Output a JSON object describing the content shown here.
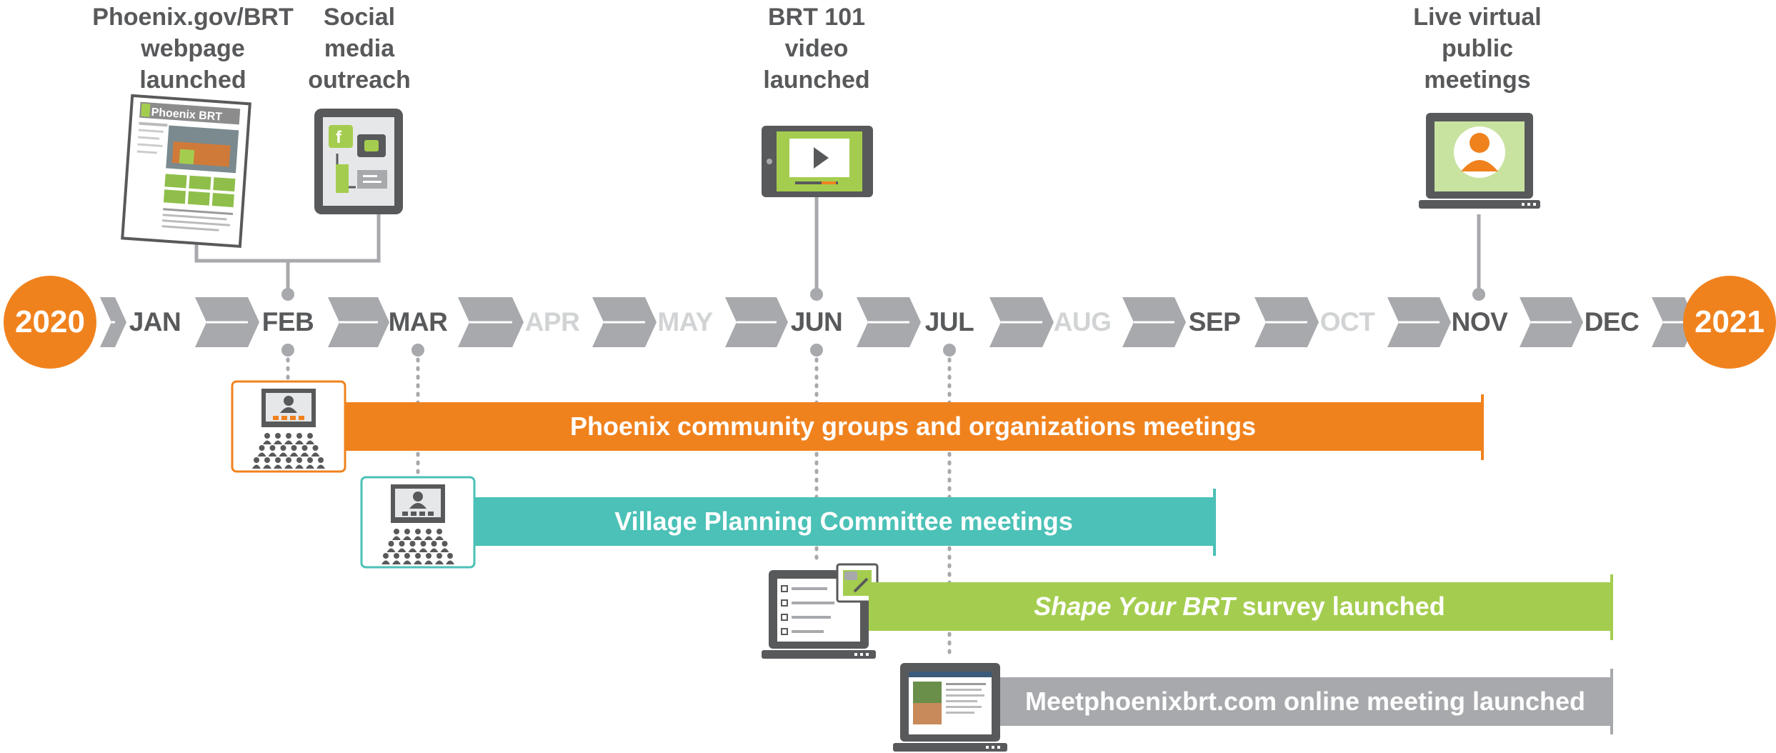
{
  "timeline": {
    "start_year": "2020",
    "end_year": "2021",
    "months": [
      {
        "label": "JAN",
        "active": true
      },
      {
        "label": "FEB",
        "active": true
      },
      {
        "label": "MAR",
        "active": true
      },
      {
        "label": "APR",
        "active": false
      },
      {
        "label": "MAY",
        "active": false
      },
      {
        "label": "JUN",
        "active": true
      },
      {
        "label": "JUL",
        "active": true
      },
      {
        "label": "AUG",
        "active": false
      },
      {
        "label": "SEP",
        "active": true
      },
      {
        "label": "OCT",
        "active": false
      },
      {
        "label": "NOV",
        "active": true
      },
      {
        "label": "DEC",
        "active": true
      }
    ]
  },
  "milestones": {
    "webpage": "Phoenix.gov/BRT\nwebpage\nlaunched",
    "social": "Social\nmedia\noutreach",
    "video": "BRT 101\nvideo\nlaunched",
    "virtual": "Live virtual\npublic\nmeetings",
    "webpage_thumb_title": "Phoenix BRT"
  },
  "bars": {
    "community": "Phoenix community groups and organizations meetings",
    "village": "Village Planning Committee meetings",
    "survey_italic": "Shape Your BRT",
    "survey_rest": " survey launched",
    "online": "Meetphoenixbrt.com online meeting launched"
  },
  "colors": {
    "orange": "#f0821e",
    "teal": "#4bc1b7",
    "green": "#a4cd4f",
    "gray": "#a7a9ac",
    "dark": "#58595b",
    "inactive": "#d1d3d4",
    "ribbon": "#a7a9ac"
  }
}
